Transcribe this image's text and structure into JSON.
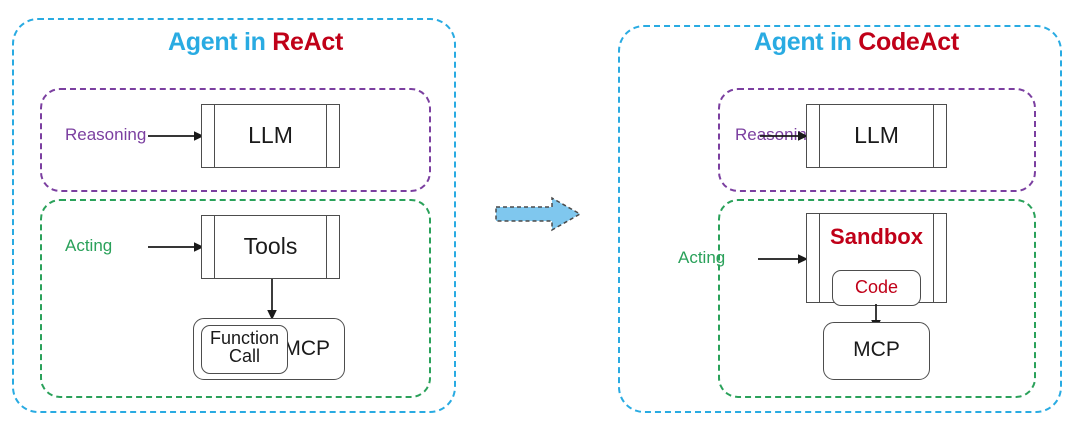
{
  "diagram": {
    "type": "comparison-architecture-diagram",
    "background": "#ffffff",
    "colors": {
      "agent_border": "#29abe2",
      "reasoning": "#7b3fa0",
      "acting": "#2aa15a",
      "accent_red": "#c00018",
      "box_stroke": "#4d4d4d",
      "arrow_fill": "#7fc7ee"
    }
  },
  "left_panel": {
    "title_prefix": "Agent in ",
    "title_accent": "ReAct",
    "reasoning": {
      "label": "Reasoning",
      "component": "LLM"
    },
    "acting": {
      "label": "Acting",
      "component": "Tools",
      "server_box": "MCP",
      "inner_box_line1": "Function",
      "inner_box_line2": "Call"
    }
  },
  "transition": {
    "icon": "right-block-arrow",
    "style": "dashed-outline"
  },
  "right_panel": {
    "title_prefix": "Agent in ",
    "title_accent": "CodeAct",
    "reasoning": {
      "label": "Reasoning",
      "component": "LLM"
    },
    "acting": {
      "label": "Acting",
      "component": "Sandbox",
      "inner_box": "Code",
      "server_box": "MCP"
    }
  }
}
